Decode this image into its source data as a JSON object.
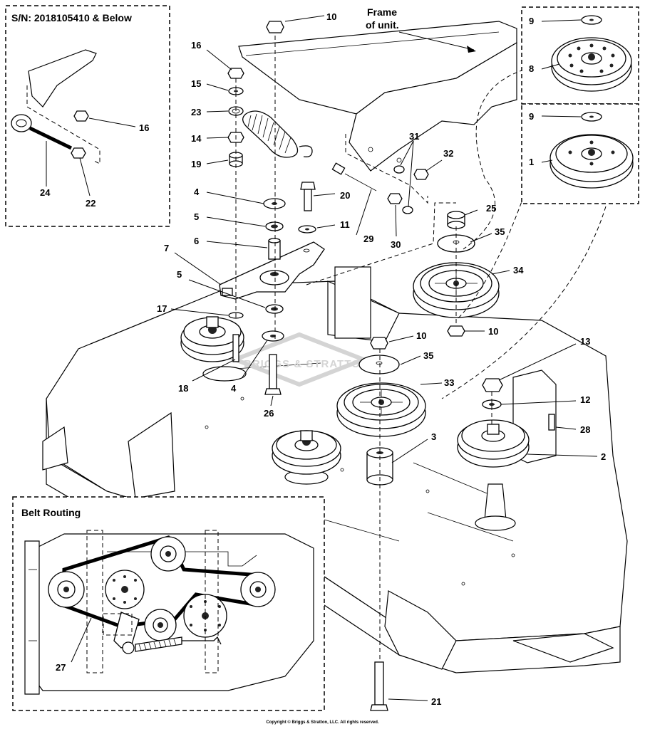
{
  "inset_serial": {
    "title": "S/N: 2018105410 & Below"
  },
  "inset_belt": {
    "title": "Belt Routing"
  },
  "frame_note": {
    "line1": "Frame",
    "line2": "of unit."
  },
  "watermark": "BRIGGS & STRATTON",
  "copyright": "Copyright © Briggs & Stratton, LLC. All rights reserved.",
  "callouts": {
    "c1": "1",
    "c2": "2",
    "c3": "3",
    "c4a": "4",
    "c4b": "4",
    "c5a": "5",
    "c5b": "5",
    "c6": "6",
    "c7": "7",
    "c8": "8",
    "c9a": "9",
    "c9b": "9",
    "c10a": "10",
    "c10b": "10",
    "c10c": "10",
    "c11": "11",
    "c12": "12",
    "c13": "13",
    "c14": "14",
    "c15": "15",
    "c16a": "16",
    "c16b": "16",
    "c17": "17",
    "c18": "18",
    "c19": "19",
    "c20": "20",
    "c21": "21",
    "c22": "22",
    "c23": "23",
    "c24": "24",
    "c25": "25",
    "c26": "26",
    "c27": "27",
    "c28": "28",
    "c29": "29",
    "c30": "30",
    "c31": "31",
    "c32": "32",
    "c33": "33",
    "c34": "34",
    "c35a": "35",
    "c35b": "35"
  }
}
